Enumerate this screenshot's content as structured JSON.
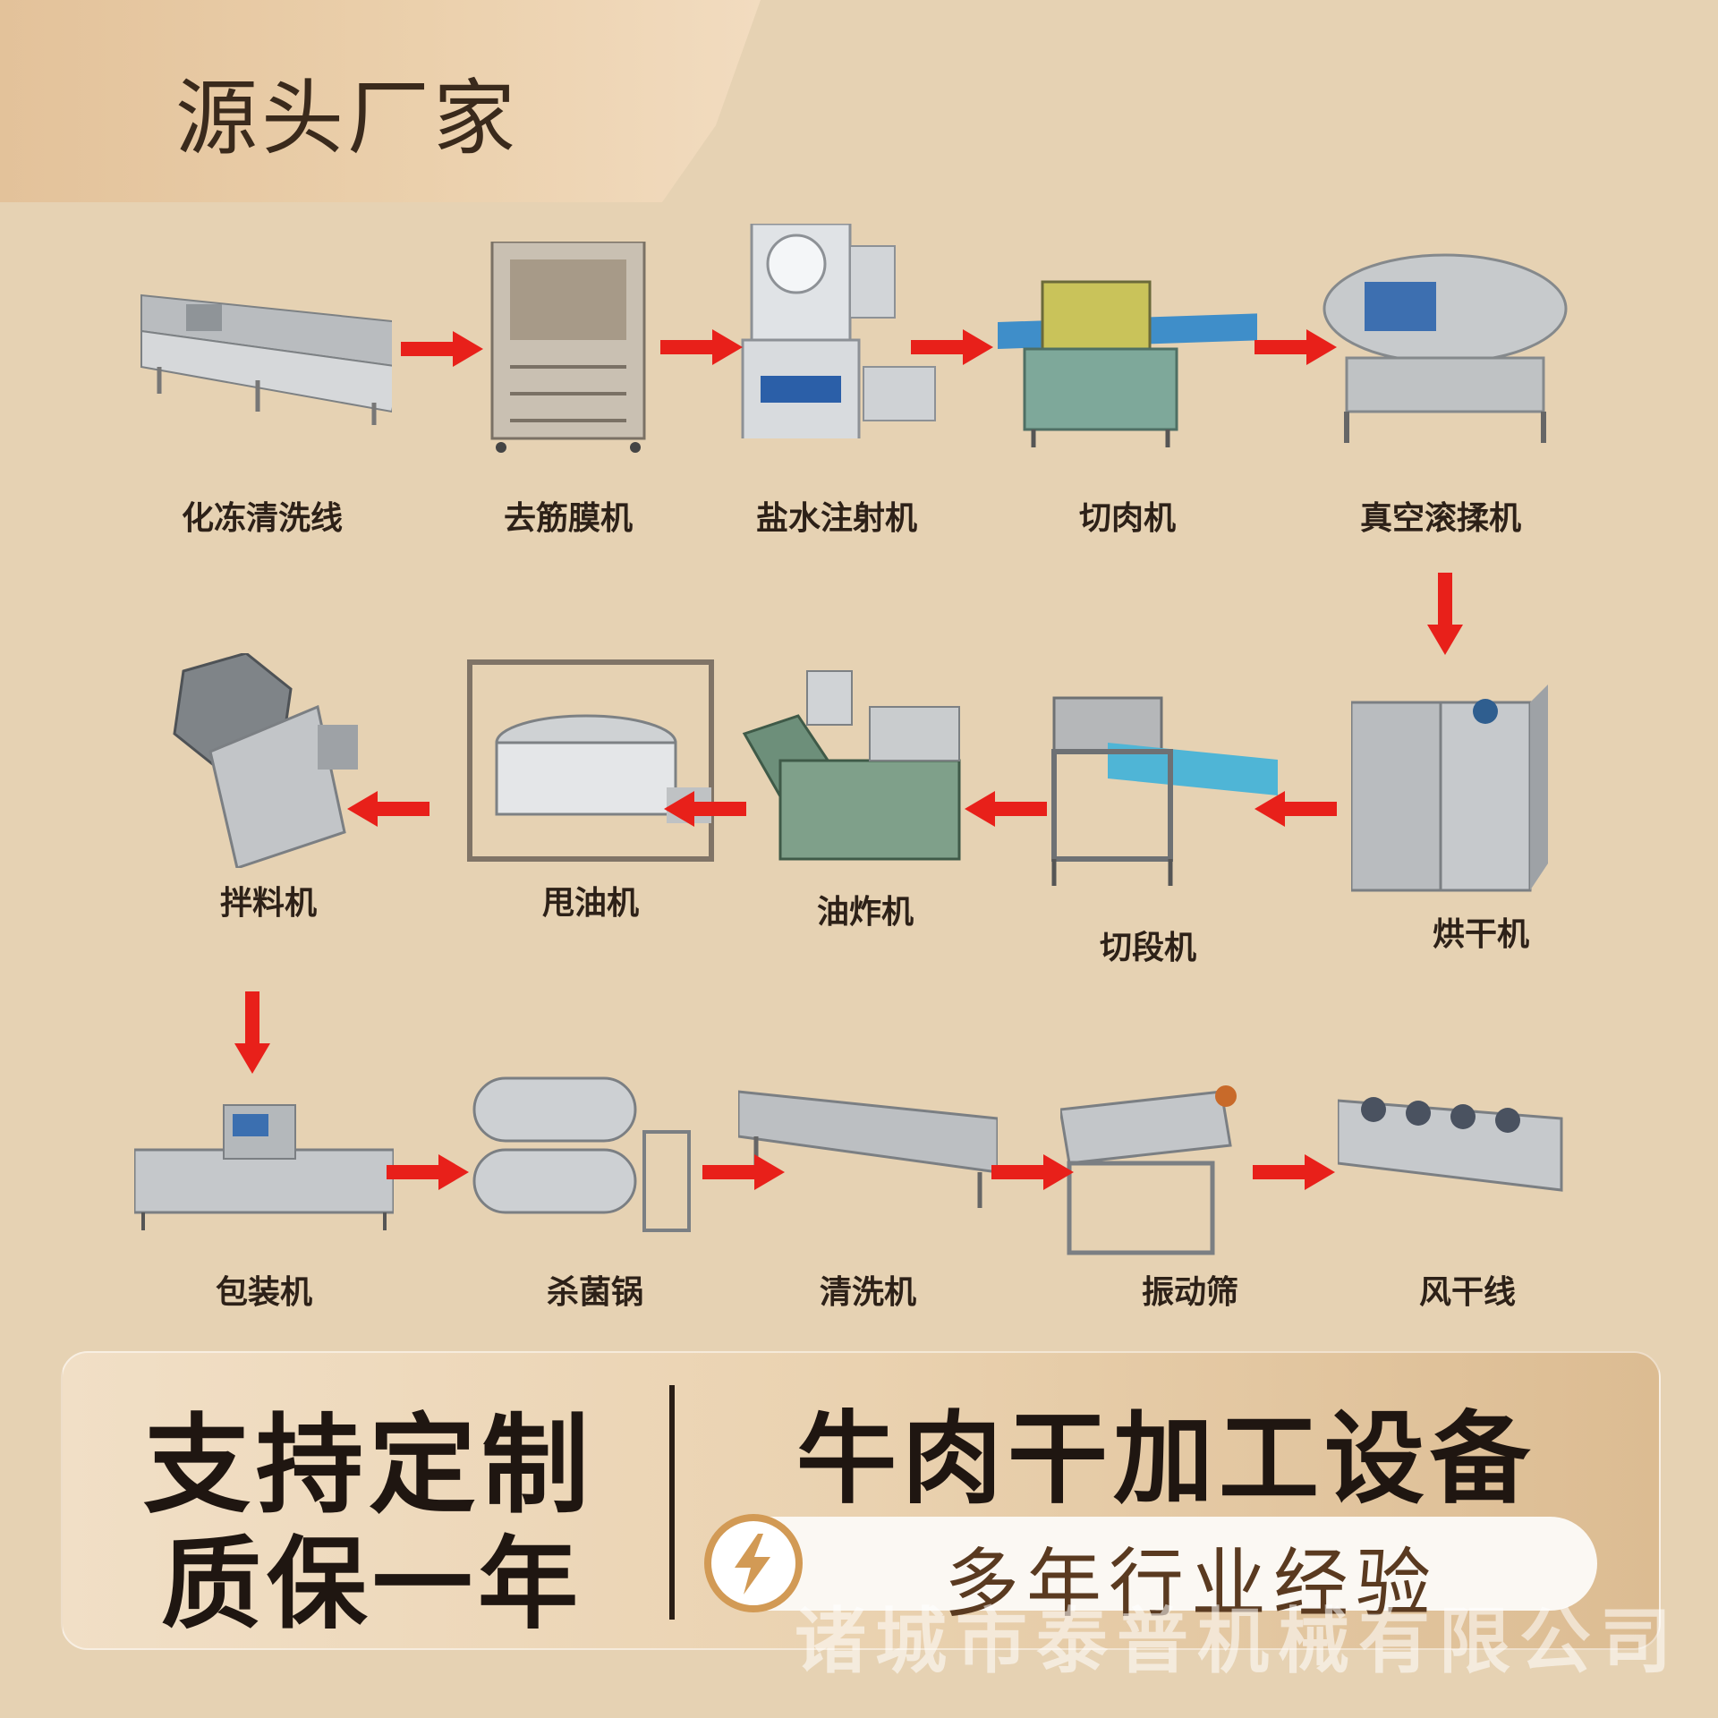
{
  "header": {
    "title": "源头厂家"
  },
  "flow": {
    "row1": [
      "化冻清洗线",
      "去筋膜机",
      "盐水注射机",
      "切肉机",
      "真空滚揉机"
    ],
    "row2": [
      "拌料机",
      "甩油机",
      "油炸机",
      "切段机",
      "烘干机"
    ],
    "row3": [
      "包装机",
      "杀菌锅",
      "清洗机",
      "振动筛",
      "风干线"
    ]
  },
  "colors": {
    "arrow": "#e8201a",
    "background": "#e6d2b3",
    "accent": "#d29a55"
  },
  "bottom": {
    "left_line1": "支持定制",
    "left_line2": "质保一年",
    "right_title": "牛肉干加工设备",
    "pill_text": "多年行业经验",
    "pill_icon": "lightning-icon",
    "watermark": "诸城市泰普机械有限公司"
  }
}
